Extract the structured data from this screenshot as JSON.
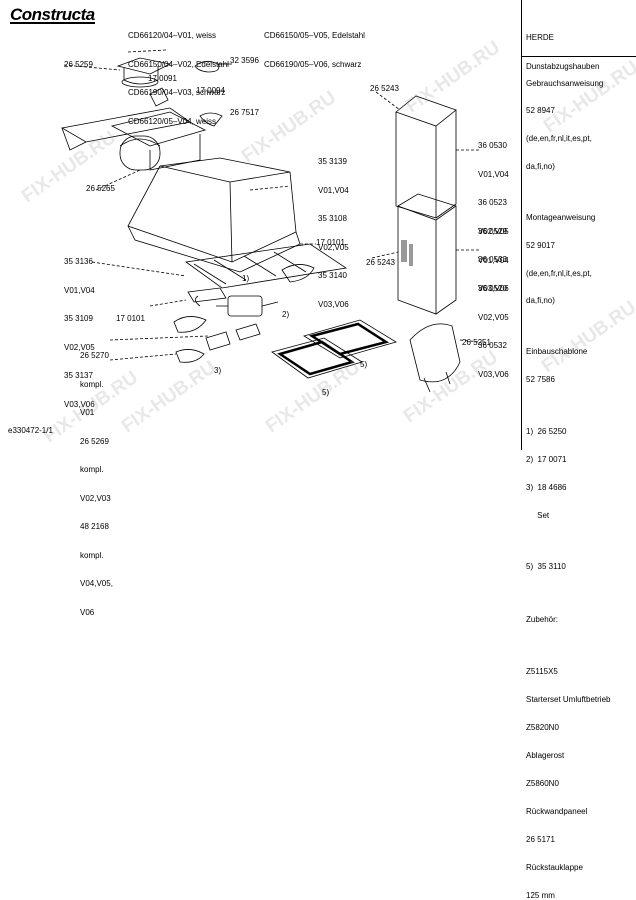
{
  "brand": "Constructa",
  "models": {
    "col1": [
      "CD66120/04–V01, weiss",
      "CD66150/04–V02, Edelstahl",
      "CD66190/04–V03, schwarz",
      "CD66120/05–V04, weiss"
    ],
    "col2": [
      "CD66150/05–V05, Edelstahl",
      "CD66190/05–V06, schwarz"
    ]
  },
  "category": [
    "HERDE",
    "Dunstabzugshauben"
  ],
  "docs": [
    {
      "title": "Gebrauchsanweisung",
      "number": "52 8947",
      "langs": [
        "(de,en,fr,nl,it,es,pt,",
        "da,fi,no)"
      ]
    },
    {
      "title": "Montageanweisung",
      "number": "52 9017",
      "langs": [
        "(de,en,fr,nl,it,es,pt,",
        "da,fi,no)"
      ]
    },
    {
      "title": "Einbauschablone",
      "number": "52 7586",
      "langs": []
    }
  ],
  "set_parts": [
    "1)  26 5250",
    "2)  17 0071",
    "3)  18 4686",
    "     Set",
    "",
    "5)  35 3110"
  ],
  "accessories_title": "Zubehör:",
  "accessories": [
    "Z5115X5",
    "Starterset Umluftbetrieb",
    "Z5820N0",
    "Ablagerost",
    "Z5860N0",
    "Rückwandpaneel",
    "26 5171",
    "Rückstauklappe",
    "125 mm"
  ],
  "labels": {
    "p265259": "26 5259",
    "p170091": "17 0091",
    "p323596": "32 3596",
    "p170094": "17 0094",
    "p267517": "26 7517",
    "p265265": "26 5265",
    "p265243a": "26 5243",
    "p265243b": "26 5243",
    "p353139": [
      "35 3139",
      "V01,V04",
      "35 3108",
      "V02,V05",
      "35 3140",
      "V03,V06"
    ],
    "p360530": [
      "36 0530",
      "V01,V04",
      "36 0523",
      "V02,V05",
      "36 0533",
      "V03,V06"
    ],
    "p360529": [
      "36 0529",
      "V01,V04",
      "36 0520",
      "V02,V05",
      "36 0532",
      "V03,V06"
    ],
    "p170101a": "17 0101",
    "p170101b": "17 0101",
    "p353136": [
      "35 3136",
      "V01,V04",
      "35 3109",
      "V02,V05",
      "35 3137",
      "V03,V06"
    ],
    "p265270": [
      "26 5270",
      "kompl.",
      "V01",
      "26 5269",
      "kompl.",
      "V02,V03",
      "48 2168",
      "kompl.",
      "V04,V05,",
      "V06"
    ],
    "p265251": "26 5251",
    "c1": "1)",
    "c2": "2)",
    "c3": "3)",
    "c5a": "5)",
    "c5b": "5)"
  },
  "footer_id": "e330472-1/1",
  "watermark": "FIX-HUB.RU"
}
